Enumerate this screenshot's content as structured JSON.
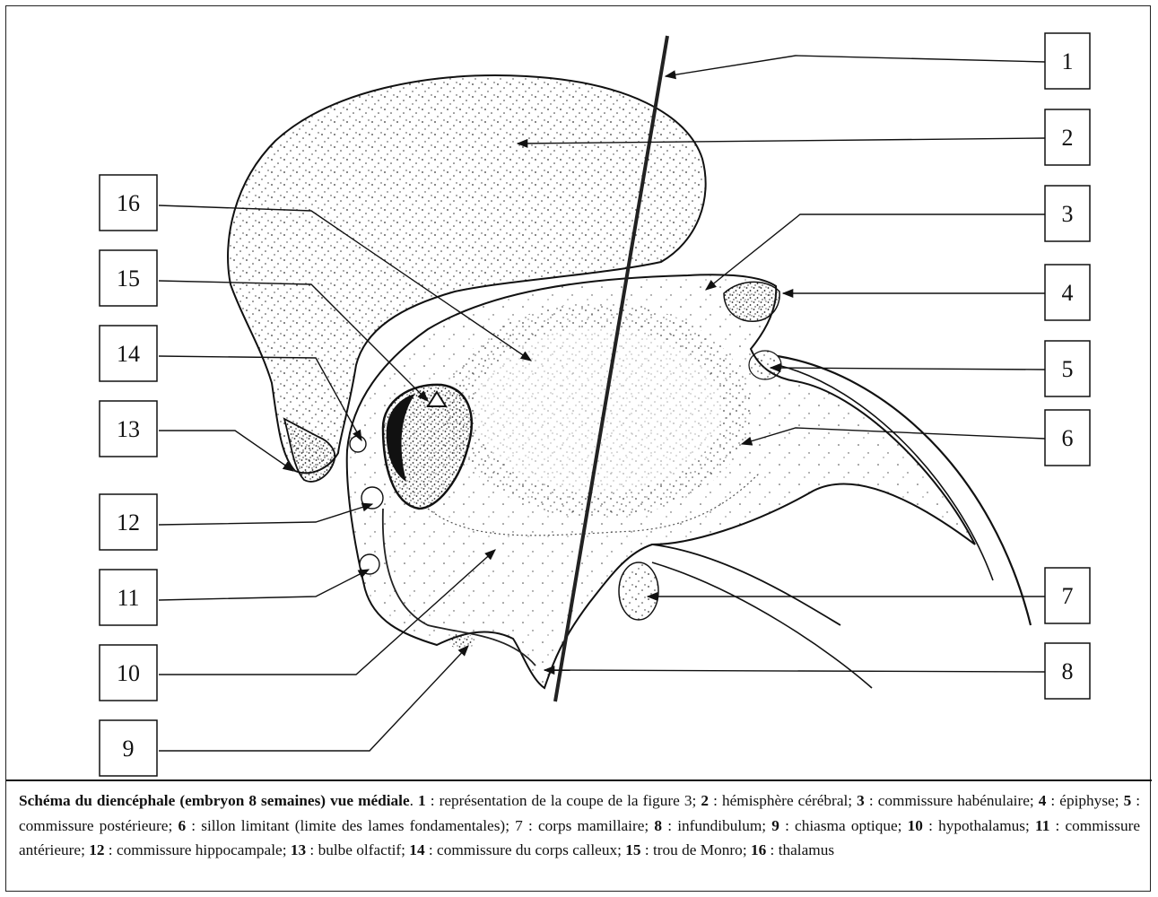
{
  "labels": [
    "1",
    "2",
    "3",
    "4",
    "5",
    "6",
    "7",
    "8",
    "9",
    "10",
    "11",
    "12",
    "13",
    "14",
    "15",
    "16"
  ],
  "caption": {
    "title": "Schéma du diencéphale (embryon  8 semaines) vue médiale",
    "items": [
      {
        "n": "1",
        "text": "représentation de la coupe de la figure 3"
      },
      {
        "n": "2",
        "text": "hémisphère cérébral"
      },
      {
        "n": "3",
        "text": "commissure habénulaire"
      },
      {
        "n": "4",
        "text": "épiphyse"
      },
      {
        "n": "5",
        "text": "commissure postérieure"
      },
      {
        "n": "6",
        "text": "sillon limitant (limite des lames fondamentales)"
      },
      {
        "n": "7",
        "text": "corps mamillaire"
      },
      {
        "n": "8",
        "text": "infundibulum"
      },
      {
        "n": "9",
        "text": "chiasma optique"
      },
      {
        "n": "10",
        "text": "hypothalamus"
      },
      {
        "n": "11",
        "text": "commissure antérieure"
      },
      {
        "n": "12",
        "text": "commissure hippocampale"
      },
      {
        "n": "13",
        "text": "bulbe olfactif"
      },
      {
        "n": "14",
        "text": "commissure du corps calleux"
      },
      {
        "n": "15",
        "text": "trou de Monro"
      },
      {
        "n": "16",
        "text": "thalamus"
      }
    ]
  }
}
